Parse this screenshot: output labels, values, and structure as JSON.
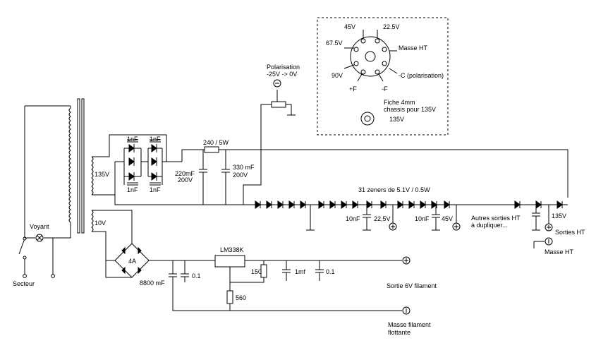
{
  "labels": {
    "voyant": "Voyant",
    "secteur": "Secteur",
    "sec135": "135V",
    "sec10": "10V",
    "cap_1nf": "1nF",
    "polarisation": "Polarisation",
    "polarisation_range": "-25V -> 0V",
    "r240": "240 / 5W",
    "c220": "220mF",
    "c220_v": "200V",
    "c330": "330 mF",
    "c330_v": "200V",
    "zeners": "31 zeners de 5.1V / 0.5W",
    "c10nf": "10nF",
    "v22": "22,5V",
    "v45": "45V",
    "autres_1": "Autres sorties HT",
    "autres_2": "à dupliquer...",
    "v135": "135V",
    "sorties_ht": "Sorties HT",
    "masse_ht": "Masse HT",
    "bridge": "4A",
    "lm338": "LM338K",
    "c8800": "8800 mF",
    "c01": "0.1",
    "r150": "150",
    "c1mf": "1mf",
    "r560": "560",
    "sortie6v": "Sortie 6V filament",
    "masse_fil_1": "Masse filament",
    "masse_fil_2": "flottante",
    "tube": {
      "p45": "45V",
      "p22": "22.5V",
      "p67": "67.5V",
      "masse_ht": "Masse HT",
      "p90": "90V",
      "pc": "-C (polarisation)",
      "pfplus": "+F",
      "pfminus": "-F",
      "fiche_1": "Fiche 4mm",
      "fiche_2": "chassis pour 135V",
      "fiche_v": "135V"
    }
  }
}
